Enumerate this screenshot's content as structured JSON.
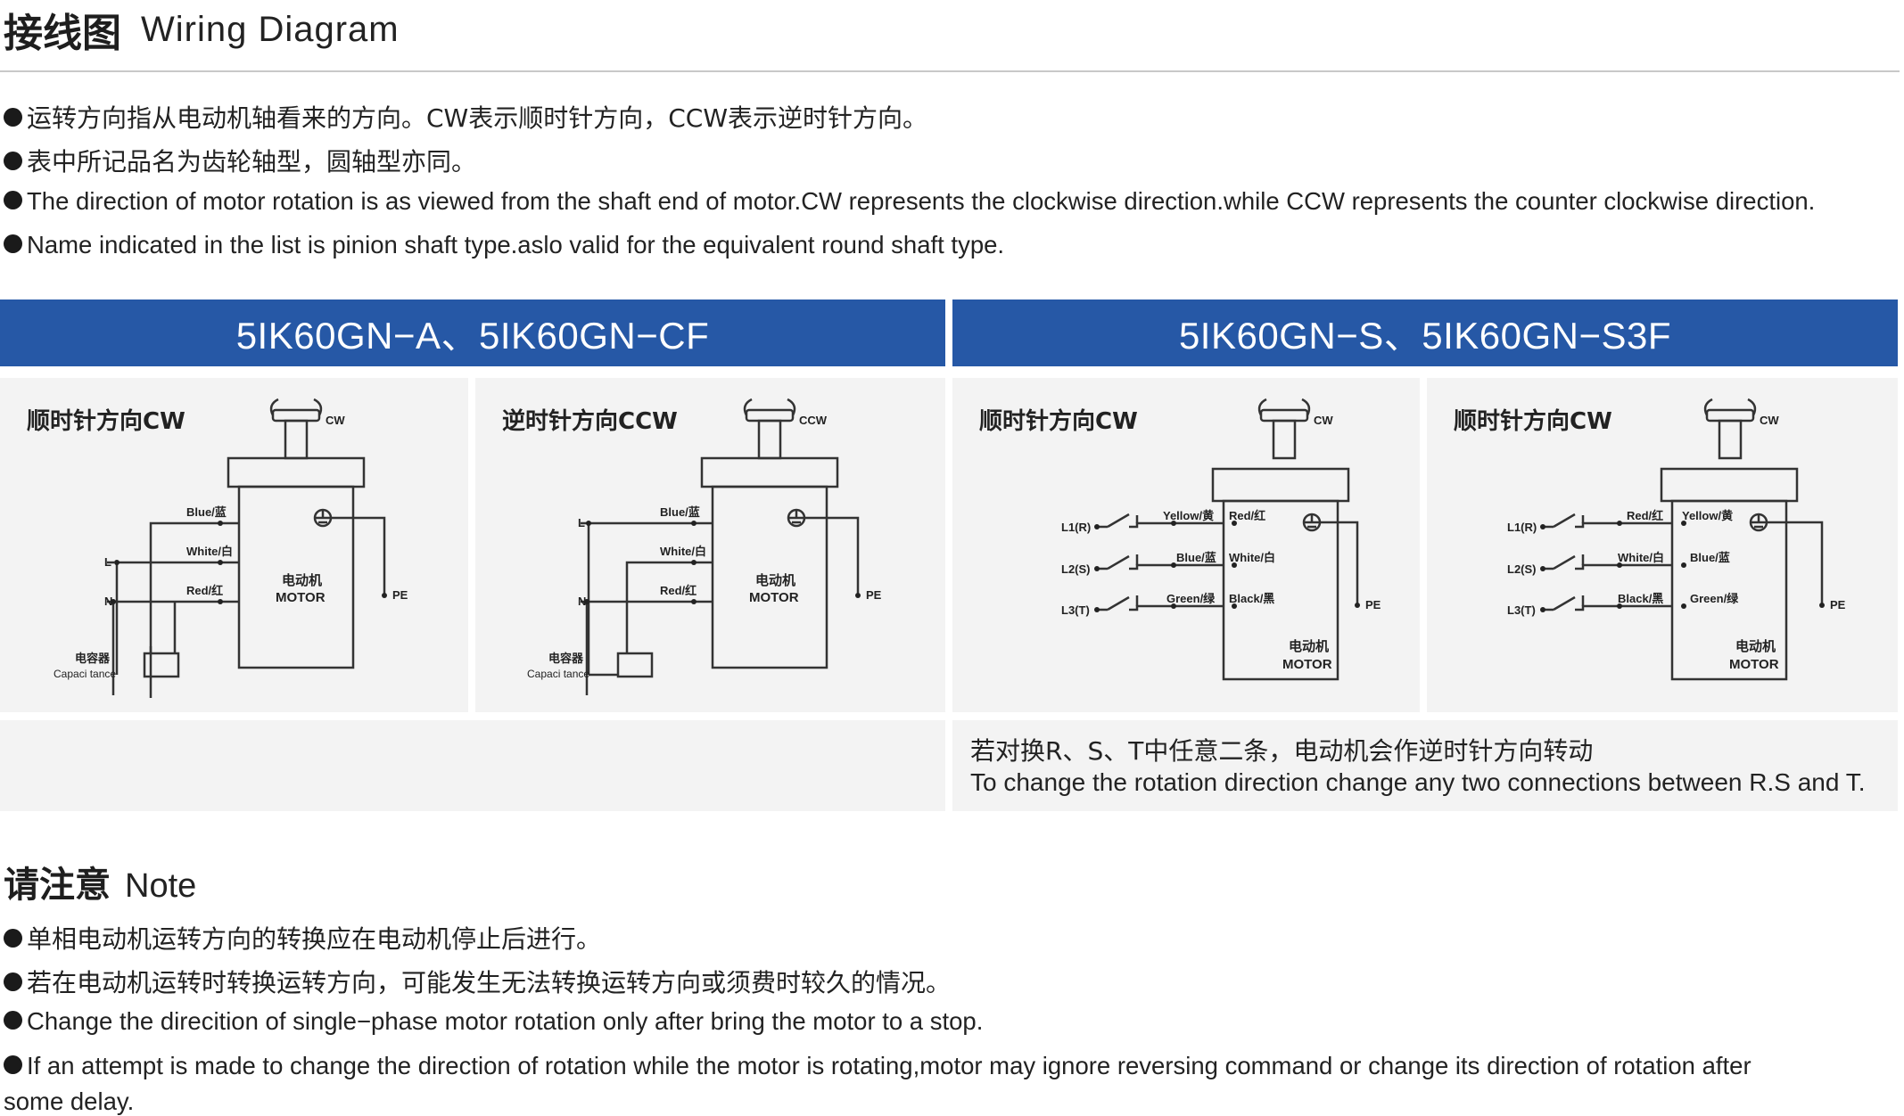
{
  "header": {
    "title_cn": "接线图",
    "title_en": "Wiring Diagram"
  },
  "intro_notes": [
    "运转方向指从电动机轴看来的方向。CW表示顺时针方向，CCW表示逆时针方向。",
    "表中所记品名为齿轮轴型，圆轴型亦同。",
    "The direction of motor rotation is as viewed from the shaft end of motor.CW represents the clockwise direction.while CCW represents the counter clockwise direction.",
    "Name indicated in the list is pinion shaft type.aslo valid for the equivalent round shaft type."
  ],
  "sections": [
    {
      "header": "5IK60GN−A、5IK60GN−CF"
    },
    {
      "header": "5IK60GN−S、5IK60GN−S3F"
    }
  ],
  "panels": [
    {
      "title": "顺时针方向CW",
      "rotation": "CW",
      "motor_cn": "电动机",
      "motor_en": "MOTOR",
      "pe": "PE",
      "line_l": "L",
      "line_n": "N",
      "wires": [
        "Blue/蓝",
        "White/白",
        "Red/红"
      ],
      "cap_cn": "电容器",
      "cap_en": "Capaci tance"
    },
    {
      "title": "逆时针方向CCW",
      "rotation": "CCW",
      "motor_cn": "电动机",
      "motor_en": "MOTOR",
      "pe": "PE",
      "line_l": "L",
      "line_n": "N",
      "wires": [
        "Blue/蓝",
        "White/白",
        "Red/红"
      ],
      "cap_cn": "电容器",
      "cap_en": "Capaci tance"
    },
    {
      "title": "顺时针方向CW",
      "rotation": "CW",
      "motor_cn": "电动机",
      "motor_en": "MOTOR",
      "pe": "PE",
      "lines": [
        "L1(R)",
        "L2(S)",
        "L3(T)"
      ],
      "wires_left": [
        "Yellow/黄",
        "Blue/蓝",
        "Green/绿"
      ],
      "wires_right": [
        "Red/红",
        "White/白",
        "Black/黑"
      ]
    },
    {
      "title": "顺时针方向CW",
      "rotation": "CW",
      "motor_cn": "电动机",
      "motor_en": "MOTOR",
      "pe": "PE",
      "lines": [
        "L1(R)",
        "L2(S)",
        "L3(T)"
      ],
      "wires_left": [
        "Red/红",
        "White/白",
        "Black/黑"
      ],
      "wires_right": [
        "Yellow/黄",
        "Blue/蓝",
        "Green/绿"
      ]
    }
  ],
  "three_phase_note": {
    "cn": "若对换R、S、T中任意二条，电动机会作逆时针方向转动",
    "en": "To change the rotation direction change any two connections between R.S and T."
  },
  "note": {
    "title_cn": "请注意",
    "title_en": "Note",
    "items": [
      "单相电动机运转方向的转换应在电动机停止后进行。",
      "若在电动机运转时转换运转方向，可能发生无法转换运转方向或须费时较久的情况。",
      "Change the direcition of single−phase motor rotation only after bring the motor to a stop.",
      "If an attempt is made to change the direction of rotation while the motor is rotating,motor may ignore reversing command or change its direction of rotation after",
      "some delay."
    ]
  }
}
